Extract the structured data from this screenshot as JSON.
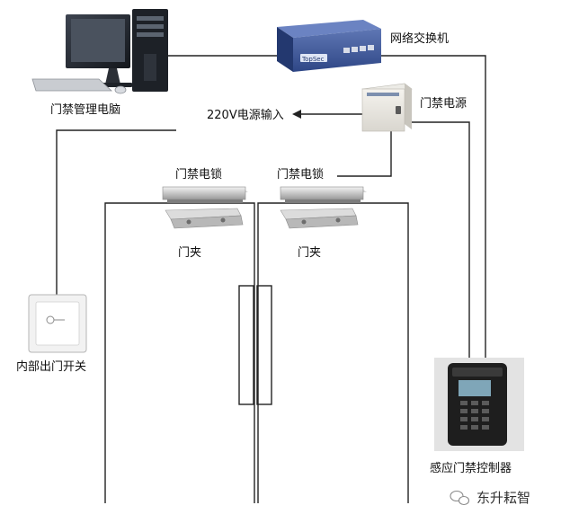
{
  "labels": {
    "pc": "门禁管理电脑",
    "switch": "网络交换机",
    "power_input": "220V电源输入",
    "power_supply": "门禁电源",
    "lock_left": "门禁电锁",
    "lock_right": "门禁电锁",
    "clamp_left": "门夹",
    "clamp_right": "门夹",
    "exit_button": "内部出门开关",
    "controller": "感应门禁控制器"
  },
  "watermark": "东升耘智",
  "device_text": {
    "switch_brand": "TopSec"
  }
}
